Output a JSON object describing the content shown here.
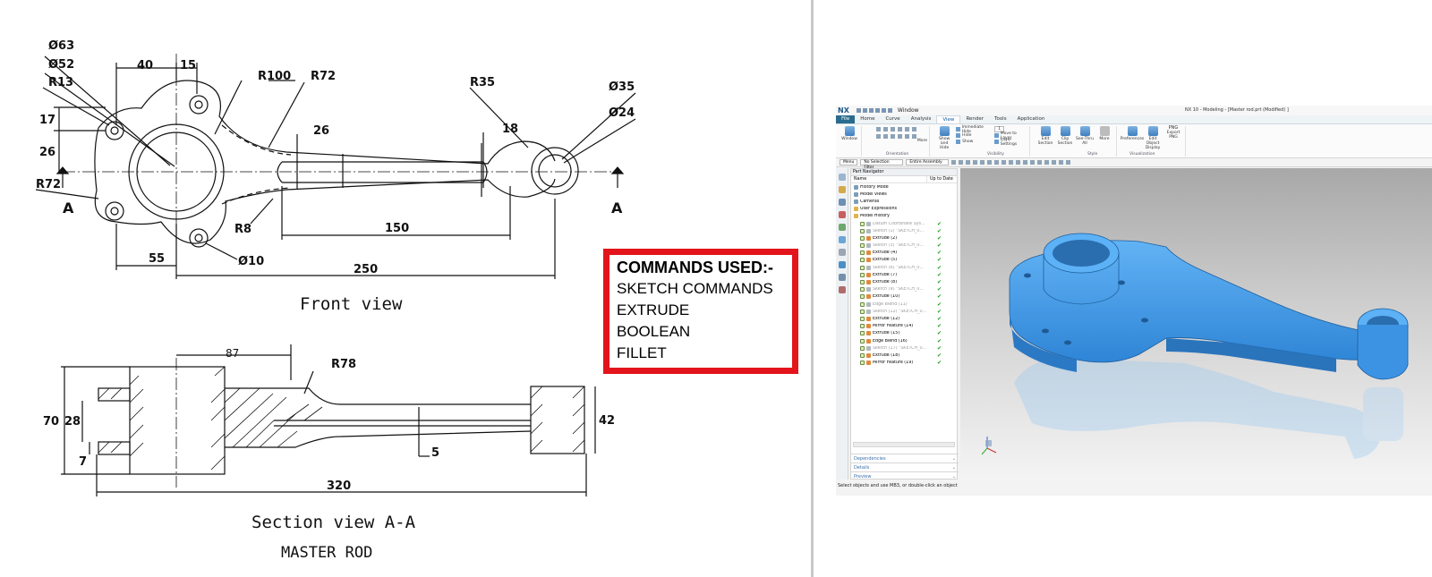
{
  "drawing": {
    "front": {
      "dims": [
        "Ø63",
        "Ø52",
        "40",
        "15",
        "R13",
        "R100",
        "R72",
        "R35",
        "Ø35",
        "Ø24",
        "17",
        "26",
        "26",
        "18",
        "R72",
        "R8",
        "150",
        "55",
        "Ø10",
        "250"
      ],
      "section_a_left": "A",
      "section_a_right": "A",
      "label": "Front view"
    },
    "section": {
      "dims": [
        "87",
        "R78",
        "70",
        "28",
        "7",
        "42",
        "5",
        "320"
      ],
      "label": "Section view A-A",
      "part_name": "MASTER ROD"
    },
    "commands": {
      "title": "COMMANDS USED:-",
      "items": [
        "SKETCH COMMANDS",
        "EXTRUDE",
        "BOOLEAN",
        "FILLET"
      ]
    }
  },
  "nx": {
    "logo": "NX",
    "window_menu": "Window",
    "title": "NX 10 - Modeling - [Master rod.prt (Modified) ]",
    "tabs": [
      "File",
      "Home",
      "Curve",
      "Analysis",
      "View",
      "Render",
      "Tools",
      "Application"
    ],
    "active_tab": "View",
    "ribbon": {
      "window_label": "Window",
      "more": "More",
      "orientation_group": "Orientation",
      "show_and_hide": "Show and Hide",
      "immediate_hide": "Immediate Hide",
      "hide": "Hide",
      "show": "Show",
      "layer_value": "1",
      "move_to_layer": "Move to Layer",
      "layer_settings": "Layer Settings",
      "visibility_group": "Visibility",
      "edit_section": "Edit Section",
      "clip_section": "Clip Section",
      "see_thru_all": "See-Thru All",
      "more2": "More",
      "style_group": "Style",
      "preferences": "Preferences",
      "edit_object_display": "Edit Object Display",
      "export_png": "Export PNG",
      "png": "PNG",
      "visualization_group": "Visualization"
    },
    "selbar": {
      "menu": "Menu",
      "filter": "No Selection Filter",
      "assembly": "Entire Assembly"
    },
    "navigator": {
      "title": "Part Navigator",
      "col_name": "Name",
      "col_uptodate": "Up to Date",
      "rows": [
        {
          "name": "History Mode",
          "checked": false,
          "dim": false
        },
        {
          "name": "Model Views",
          "checked": false,
          "dim": false
        },
        {
          "name": "Cameras",
          "checked": false,
          "dim": false
        },
        {
          "name": "User Expressions",
          "checked": false,
          "dim": false
        },
        {
          "name": "Model History",
          "checked": false,
          "dim": false
        },
        {
          "name": "Datum Coordinate Sys...",
          "checked": true,
          "dim": true
        },
        {
          "name": "Sketch (1) \"SKETCH_0...",
          "checked": true,
          "dim": true
        },
        {
          "name": "Extrude (2)",
          "checked": true,
          "dim": false
        },
        {
          "name": "Sketch (3) \"SKETCH_0...",
          "checked": true,
          "dim": true
        },
        {
          "name": "Extrude (4)",
          "checked": true,
          "dim": false
        },
        {
          "name": "Extrude (5)",
          "checked": true,
          "dim": false
        },
        {
          "name": "Sketch (6) \"SKETCH_0...",
          "checked": true,
          "dim": true
        },
        {
          "name": "Extrude (7)",
          "checked": true,
          "dim": false
        },
        {
          "name": "Extrude (8)",
          "checked": true,
          "dim": false
        },
        {
          "name": "Sketch (9) \"SKETCH_0...",
          "checked": true,
          "dim": true
        },
        {
          "name": "Extrude (10)",
          "checked": true,
          "dim": false
        },
        {
          "name": "Edge Blend (11)",
          "checked": true,
          "dim": true
        },
        {
          "name": "Sketch (12) \"SKETCH_0...",
          "checked": true,
          "dim": true
        },
        {
          "name": "Extrude (12)",
          "checked": true,
          "dim": false
        },
        {
          "name": "Mirror Feature (14)",
          "checked": true,
          "dim": false
        },
        {
          "name": "Extrude (15)",
          "checked": true,
          "dim": false
        },
        {
          "name": "Edge Blend (16)",
          "checked": true,
          "dim": false
        },
        {
          "name": "Sketch (17) \"SKETCH_0...",
          "checked": true,
          "dim": true
        },
        {
          "name": "Extrude (18)",
          "checked": true,
          "dim": false
        },
        {
          "name": "Mirror Feature (19)",
          "checked": true,
          "dim": false
        }
      ],
      "panels": [
        "Dependencies",
        "Details",
        "Preview"
      ]
    },
    "status": "Select objects and use MB3, or double-click an object"
  },
  "colors": {
    "frame_red": "#e3141b",
    "part_blue": "#3d9be9",
    "file_tab": "#2a6b8e",
    "check_green": "#19a019"
  }
}
